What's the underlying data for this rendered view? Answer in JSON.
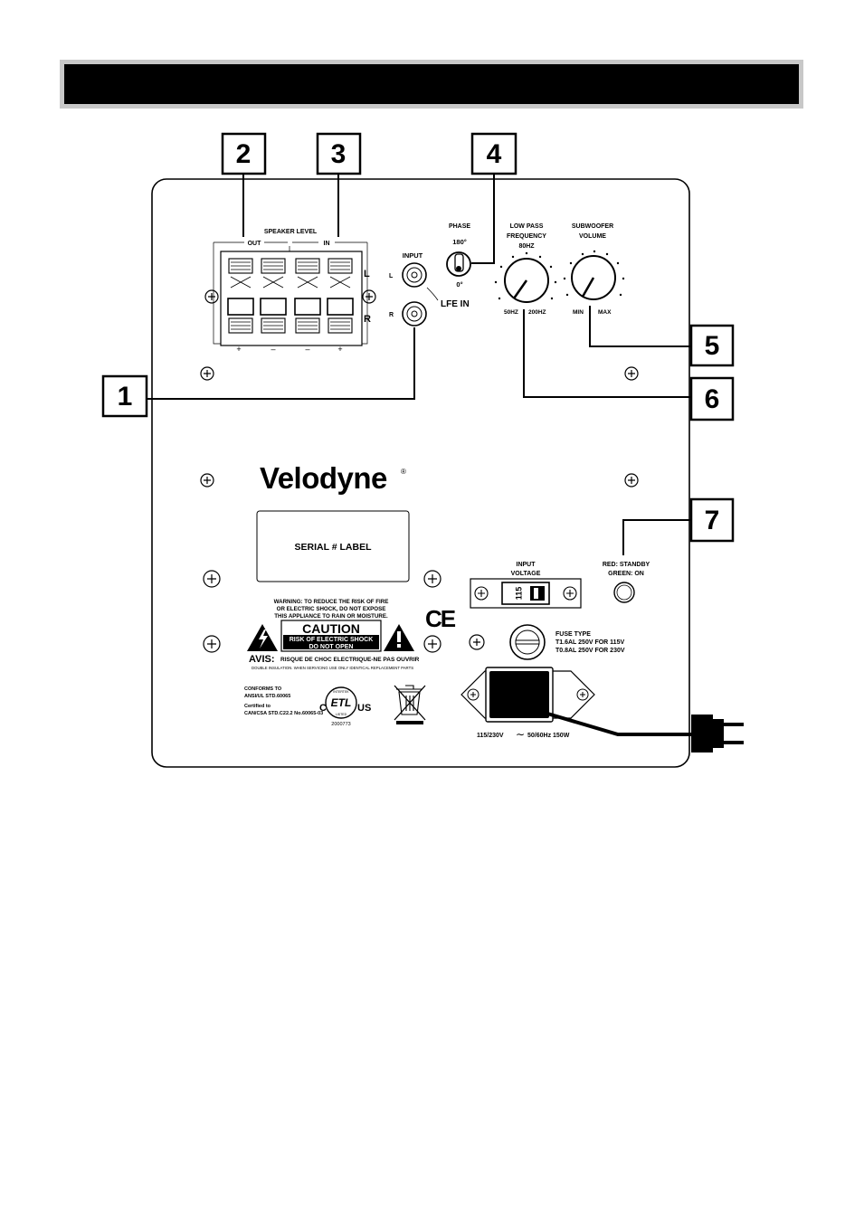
{
  "header": {
    "title": ""
  },
  "callouts": [
    "1",
    "2",
    "3",
    "4",
    "5",
    "6",
    "7"
  ],
  "speaker_level": {
    "title": "SPEAKER LEVEL",
    "out": "OUT",
    "in": "IN",
    "left": "L",
    "right": "R",
    "plus": "+",
    "minus": "–"
  },
  "input": {
    "title": "INPUT",
    "left": "L",
    "right": "R",
    "lfe": "LFE IN"
  },
  "phase": {
    "title": "PHASE",
    "deg180": "180°",
    "deg0": "0°"
  },
  "low_pass": {
    "line1": "LOW PASS",
    "line2": "FREQUENCY",
    "line3": "80HZ",
    "min": "50HZ",
    "max": "200HZ"
  },
  "volume": {
    "line1": "SUBWOOFER",
    "line2": "VOLUME",
    "min": "MIN",
    "max": "MAX"
  },
  "brand": {
    "name": "Velodyne",
    "mark": "®"
  },
  "serial": {
    "label": "SERIAL # LABEL"
  },
  "input_voltage": {
    "line1": "INPUT",
    "line2": "VOLTAGE",
    "value": "115"
  },
  "led": {
    "line1": "RED: STANDBY",
    "line2": "GREEN: ON"
  },
  "warning": {
    "line1": "WARNING: TO REDUCE THE RISK OF FIRE",
    "line2": "OR ELECTRIC SHOCK, DO NOT EXPOSE",
    "line3": "THIS APPLIANCE TO RAIN OR MOISTURE."
  },
  "caution": {
    "title": "CAUTION",
    "line1": "RISK OF ELECTRIC SHOCK",
    "line2": "DO NOT OPEN"
  },
  "avis": {
    "label": "AVIS:",
    "text": "RISQUE DE CHOC ELECTRIQUE-NE PAS OUVRIR",
    "small": "DOUBLE INSULATION. WHEN SERVICING USE ONLY IDENTICAL REPLACEMENT PARTS"
  },
  "ce": "CE",
  "conformity": {
    "line1": "CONFORMS TO",
    "line2": "ANSI/UL STD.60065",
    "line3": "Certified to",
    "line4": "CAN/CSA STD.C22.2 No.60065-03",
    "etl_c": "C",
    "etl_us": "US",
    "etl_mark": "ETL",
    "etl_arc_top": "INTERTEK",
    "etl_arc_bottom": "LISTED",
    "number": "2000773"
  },
  "fuse": {
    "line1": "FUSE TYPE",
    "line2": "T1.6AL 250V FOR 115V",
    "line3": "T0.8AL 250V FOR 230V"
  },
  "power": {
    "voltage": "115/230V",
    "tilde": "∼",
    "spec": "50/60Hz 150W"
  }
}
